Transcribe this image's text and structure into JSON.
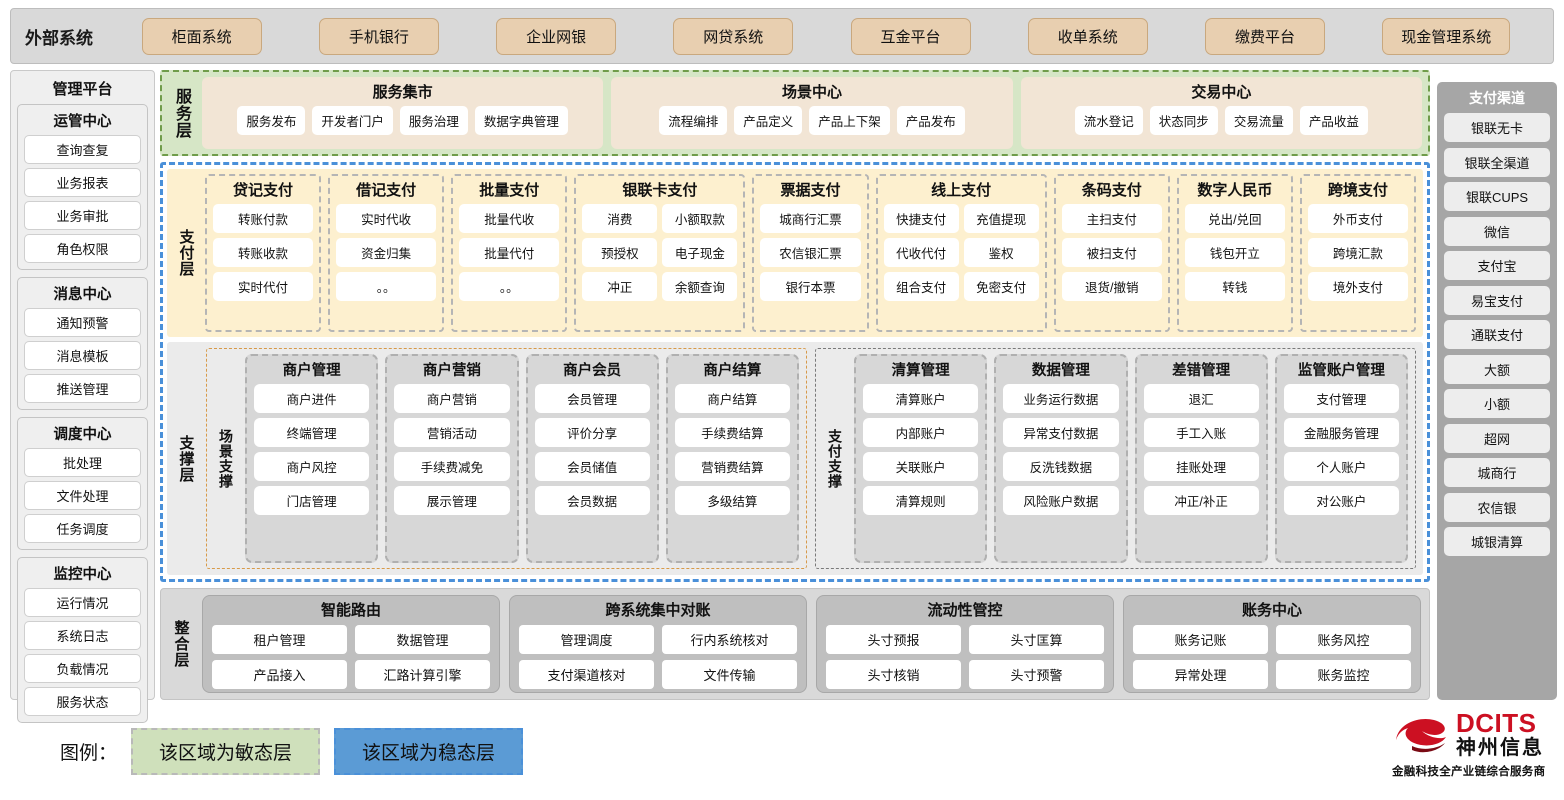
{
  "external": {
    "title": "外部系统",
    "systems": [
      "柜面系统",
      "手机银行",
      "企业网银",
      "网贷系统",
      "互金平台",
      "收单系统",
      "缴费平台",
      "现金管理系统"
    ]
  },
  "management": {
    "title": "管理平台",
    "groups": [
      {
        "title": "运管中心",
        "items": [
          "查询查复",
          "业务报表",
          "业务审批",
          "角色权限"
        ]
      },
      {
        "title": "消息中心",
        "items": [
          "通知预警",
          "消息模板",
          "推送管理"
        ]
      },
      {
        "title": "调度中心",
        "items": [
          "批处理",
          "文件处理",
          "任务调度"
        ]
      },
      {
        "title": "监控中心",
        "items": [
          "运行情况",
          "系统日志",
          "负载情况",
          "服务状态"
        ]
      }
    ]
  },
  "channels": {
    "title": "支付渠道",
    "items": [
      "银联无卡",
      "银联全渠道",
      "银联CUPS",
      "微信",
      "支付宝",
      "易宝支付",
      "通联支付",
      "大额",
      "小额",
      "超网",
      "城商行",
      "农信银",
      "城银清算"
    ]
  },
  "service_layer": {
    "label": "服务层",
    "cards": [
      {
        "title": "服务集市",
        "items": [
          "服务发布",
          "开发者门户",
          "服务治理",
          "数据字典管理"
        ]
      },
      {
        "title": "场景中心",
        "items": [
          "流程编排",
          "产品定义",
          "产品上下架",
          "产品发布"
        ]
      },
      {
        "title": "交易中心",
        "items": [
          "流水登记",
          "状态同步",
          "交易流量",
          "产品收益"
        ]
      }
    ]
  },
  "payment_layer": {
    "label": "支付层",
    "groups": [
      {
        "title": "贷记支付",
        "cols": 1,
        "items": [
          "转账付款",
          "转账收款",
          "实时代付"
        ]
      },
      {
        "title": "借记支付",
        "cols": 1,
        "items": [
          "实时代收",
          "资金归集",
          "。。"
        ]
      },
      {
        "title": "批量支付",
        "cols": 1,
        "items": [
          "批量代收",
          "批量代付",
          "。。"
        ]
      },
      {
        "title": "银联卡支付",
        "cols": 2,
        "items": [
          "消费",
          "小额取款",
          "预授权",
          "电子现金",
          "冲正",
          "余额查询"
        ]
      },
      {
        "title": "票据支付",
        "cols": 1,
        "items": [
          "城商行汇票",
          "农信银汇票",
          "银行本票"
        ]
      },
      {
        "title": "线上支付",
        "cols": 2,
        "items": [
          "快捷支付",
          "充值提现",
          "代收代付",
          "鉴权",
          "组合支付",
          "免密支付"
        ]
      },
      {
        "title": "条码支付",
        "cols": 1,
        "items": [
          "主扫支付",
          "被扫支付",
          "退货/撤销"
        ]
      },
      {
        "title": "数字人民币",
        "cols": 1,
        "items": [
          "兑出/兑回",
          "钱包开立",
          "转钱"
        ]
      },
      {
        "title": "跨境支付",
        "cols": 1,
        "items": [
          "外币支付",
          "跨境汇款",
          "境外支付"
        ]
      }
    ]
  },
  "support_layer": {
    "label": "支撑层",
    "sections": [
      {
        "label": "场景支撑",
        "style": "scene",
        "groups": [
          {
            "title": "商户管理",
            "items": [
              "商户进件",
              "终端管理",
              "商户风控",
              "门店管理"
            ]
          },
          {
            "title": "商户营销",
            "items": [
              "商户营销",
              "营销活动",
              "手续费减免",
              "展示管理"
            ]
          },
          {
            "title": "商户会员",
            "items": [
              "会员管理",
              "评价分享",
              "会员储值",
              "会员数据"
            ]
          },
          {
            "title": "商户结算",
            "items": [
              "商户结算",
              "手续费结算",
              "营销费结算",
              "多级结算"
            ]
          }
        ]
      },
      {
        "label": "支付支撑",
        "style": "paysup",
        "groups": [
          {
            "title": "清算管理",
            "items": [
              "清算账户",
              "内部账户",
              "关联账户",
              "清算规则"
            ]
          },
          {
            "title": "数据管理",
            "items": [
              "业务运行数据",
              "异常支付数据",
              "反洗钱数据",
              "风险账户数据"
            ]
          },
          {
            "title": "差错管理",
            "items": [
              "退汇",
              "手工入账",
              "挂账处理",
              "冲正/补正"
            ]
          },
          {
            "title": "监管账户管理",
            "items": [
              "支付管理",
              "金融服务管理",
              "个人账户",
              "对公账户"
            ]
          }
        ]
      }
    ]
  },
  "integration_layer": {
    "label": "整合层",
    "cards": [
      {
        "title": "智能路由",
        "items": [
          "租户管理",
          "数据管理",
          "产品接入",
          "汇路计算引擎"
        ]
      },
      {
        "title": "跨系统集中对账",
        "items": [
          "管理调度",
          "行内系统核对",
          "支付渠道核对",
          "文件传输"
        ]
      },
      {
        "title": "流动性管控",
        "items": [
          "头寸预报",
          "头寸匡算",
          "头寸核销",
          "头寸预警"
        ]
      },
      {
        "title": "账务中心",
        "items": [
          "账务记账",
          "账务风控",
          "异常处理",
          "账务监控"
        ]
      }
    ]
  },
  "legend": {
    "label": "图例：",
    "agile": "该区域为敏态层",
    "stable": "该区域为稳态层",
    "colors": {
      "agile": "#cfe0bb",
      "stable": "#5b9bd5",
      "external_chip": "#e8cfb0",
      "brand_red": "#cc1022"
    }
  },
  "logo": {
    "name_en": "DCITS",
    "name_cn": "神州信息",
    "tagline": "金融科技全产业链综合服务商"
  }
}
